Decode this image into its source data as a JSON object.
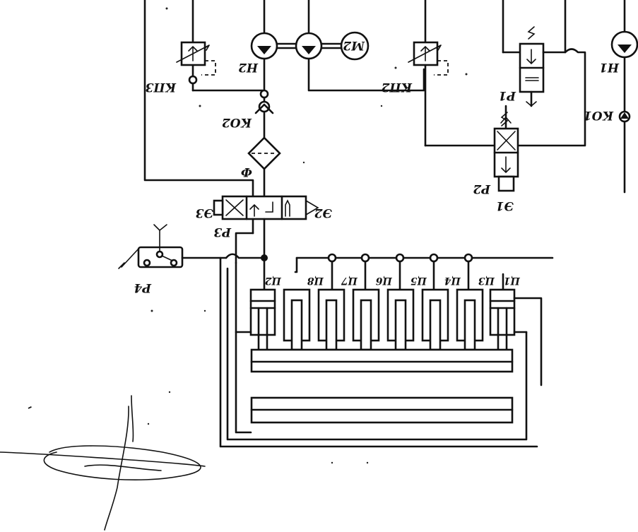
{
  "labels": {
    "kp3": "КП3",
    "n2": "Н2",
    "m2": "М2",
    "kp2": "КП2",
    "r1": "Р1",
    "n1": "Н1",
    "ko1": "КО1",
    "ko2": "КО2",
    "f": "Ф",
    "r2": "Р2",
    "e1": "Э1",
    "e3": "Э3",
    "e2": "Э2",
    "r3": "Р3",
    "r4": "Р4",
    "c2": "Ц2",
    "c8": "Ц8",
    "c7": "Ц7",
    "c6": "Ц6",
    "c5": "Ц5",
    "c4": "Ц4",
    "c3": "Ц3",
    "c1": "Ц1"
  }
}
